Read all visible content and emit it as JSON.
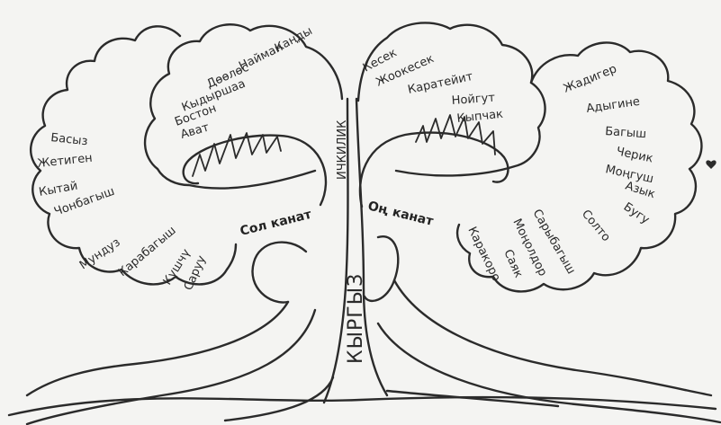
{
  "trunk_label": "КЫРГЫЗ",
  "center_label": "ИЧКИЛИК",
  "left_wing": {
    "label": "Сол канат",
    "upper_tribes": [
      "Каңды",
      "Найман",
      "Дөөлөс",
      "Кыдыршаа",
      "Бостон",
      "Ават"
    ],
    "outer_tribes": [
      "Басыз",
      "Жетиген",
      "Кытай",
      "Чонбагыш",
      "Мундуз",
      "Карабагыш",
      "Күшчү",
      "Саруу"
    ]
  },
  "right_wing": {
    "label": "Оң канат",
    "upper_tribes": [
      "Кесек",
      "Жоокесек",
      "Каратейит",
      "Нойгут",
      "Кыпчак"
    ],
    "outer_tribes": [
      "Жадигер",
      "Адыгине",
      "Багыш",
      "Черик",
      "Моңгуш",
      "Азык",
      "Бугу",
      "Солто",
      "Сарыбагыш",
      "Моңолдор",
      "Саяк",
      "Каракоро"
    ]
  }
}
